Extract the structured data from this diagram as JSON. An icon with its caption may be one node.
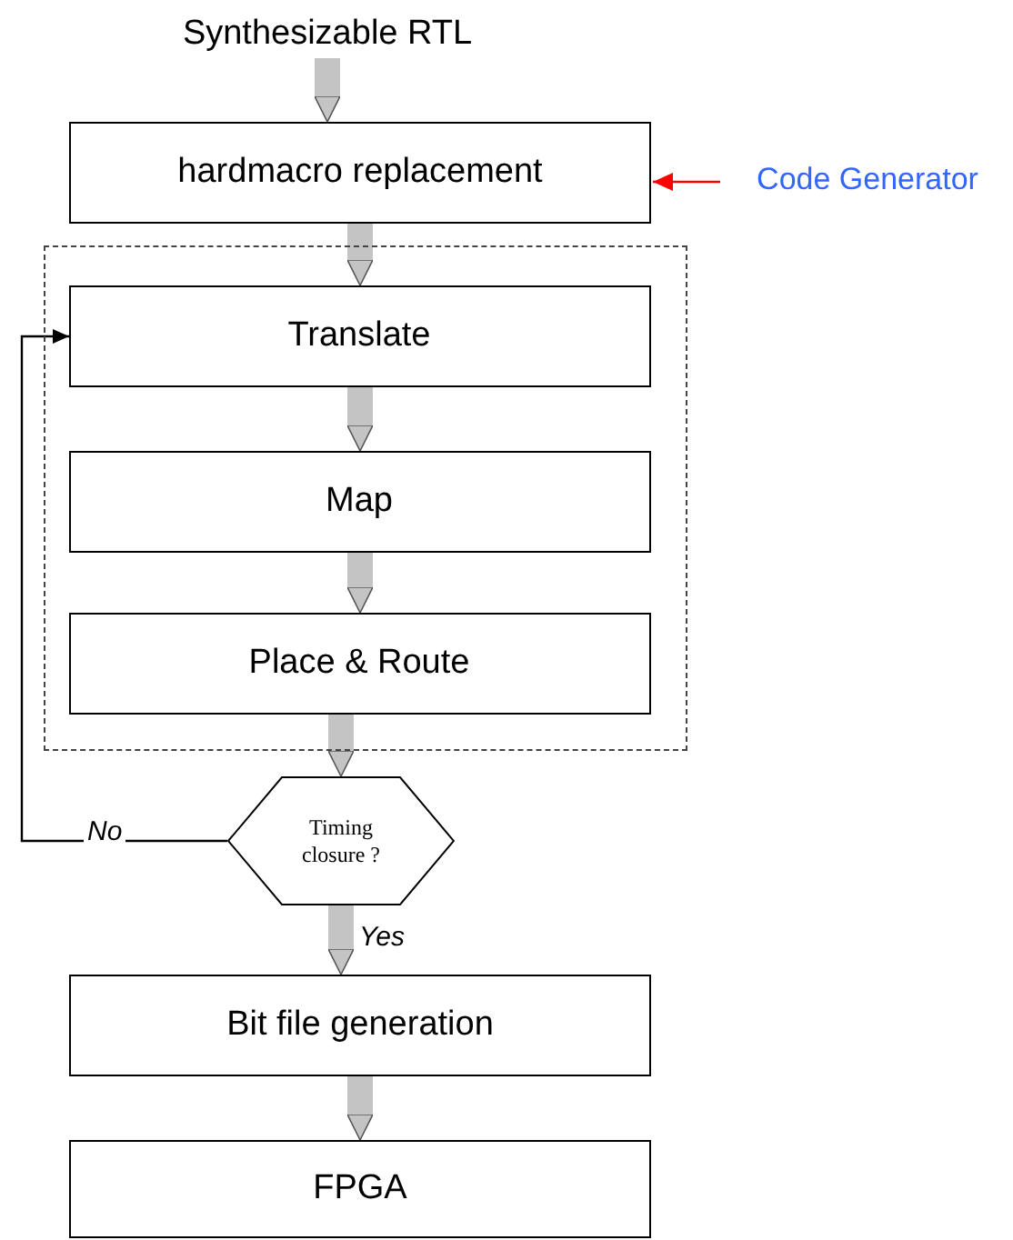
{
  "diagram": {
    "nodes": [
      {
        "text": [
          "Synthesizable RTL"
        ]
      },
      {
        "text": [
          "hardmacro replacement"
        ]
      },
      {
        "text": [],
        "shape": "box"
      },
      {
        "text": [
          "Translate"
        ],
        "in": 2
      },
      {
        "text": [
          "Map"
        ],
        "in": 2
      },
      {
        "text": [
          "Place & Route"
        ],
        "in": 2
      },
      {
        "text": [
          "Timing closure ?"
        ]
      },
      {
        "text": [
          "Bit file generation"
        ]
      },
      {
        "text": [
          "FPGA"
        ]
      },
      {
        "text": [
          "Code Generator"
        ]
      }
    ],
    "edges": [
      {
        "from": 0,
        "to": 1,
        "arrow": "to"
      },
      {
        "from": 1,
        "to": 3,
        "arrow": "to"
      },
      {
        "from": 3,
        "to": 4,
        "arrow": "to"
      },
      {
        "from": 4,
        "to": 5,
        "arrow": "to"
      },
      {
        "from": 5,
        "to": 6,
        "arrow": "to"
      },
      {
        "from": 6,
        "to": 7,
        "arrow": "to",
        "label": "Yes"
      },
      {
        "from": 7,
        "to": 8,
        "arrow": "to"
      },
      {
        "from": 6,
        "to": 3,
        "arrow": "to",
        "label": "No",
        "color": "#000000"
      },
      {
        "from": 9,
        "to": 1,
        "arrow": "to",
        "color": "#ff0000"
      }
    ]
  }
}
